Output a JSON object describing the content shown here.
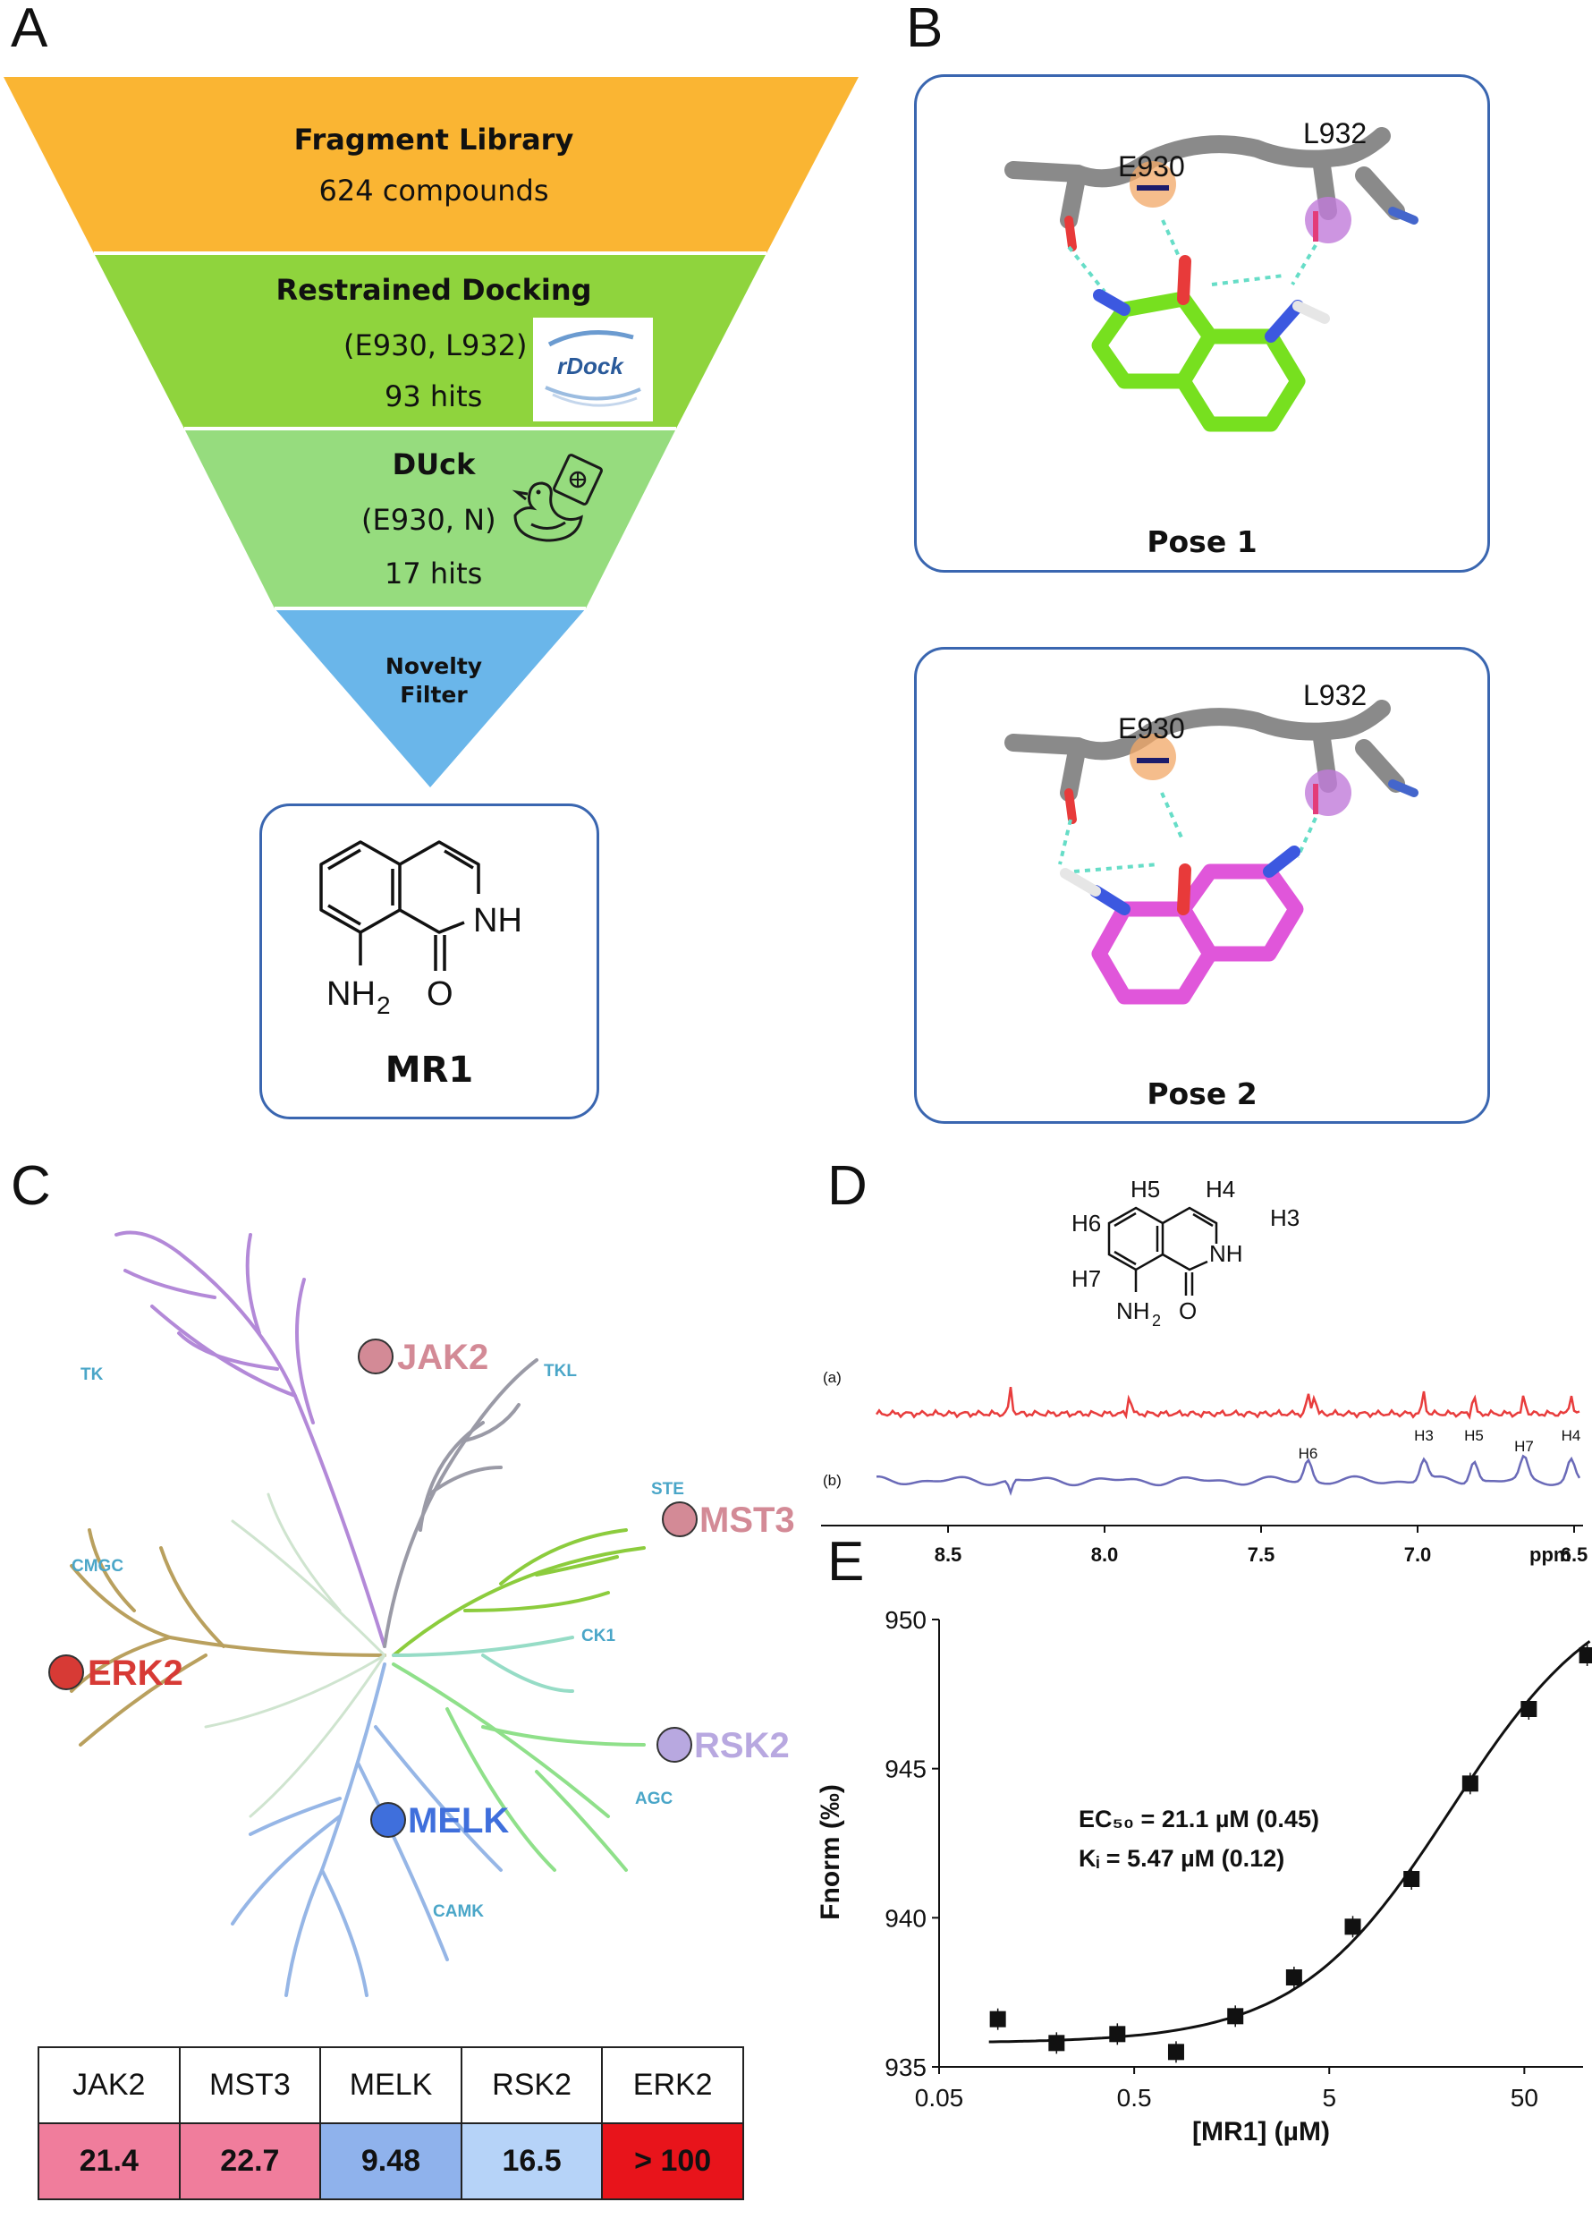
{
  "panels": {
    "a": "A",
    "b": "B",
    "c": "C",
    "d": "D",
    "e": "E"
  },
  "funnel": {
    "tier1_title": "Fragment Library",
    "tier1_sub": "624 compounds",
    "tier2_title": "Restrained Docking",
    "tier2_sub": "(E930, L932)",
    "tier2_hits": "93 hits",
    "tier2_logo_text": "rDock",
    "tier3_title": "DUck",
    "tier3_sub": "(E930, N)",
    "tier3_hits": "17 hits",
    "tier4_title_line1": "Novelty",
    "tier4_title_line2": "Filter",
    "colors": {
      "tier1": "#fab533",
      "tier2": "#8fd43d",
      "tier3": "#96dc7e",
      "tier4": "#6ab6ea"
    }
  },
  "compound": {
    "nh": "NH",
    "nh2": "NH",
    "nh2_sub": "2",
    "o": "O",
    "name": "MR1"
  },
  "poses": [
    {
      "caption": "Pose 1",
      "res1": "E930",
      "res2": "L932",
      "ligand_color": "#77e01f"
    },
    {
      "caption": "Pose 2",
      "res1": "E930",
      "res2": "L932",
      "ligand_color": "#e056da"
    }
  ],
  "kinome": {
    "group_labels": [
      "TK",
      "TKL",
      "STE",
      "CMGC",
      "CK1",
      "AGC",
      "CAMK"
    ],
    "kinases": [
      {
        "name": "JAK2",
        "color": "#d38a96"
      },
      {
        "name": "MST3",
        "color": "#d38a96"
      },
      {
        "name": "ERK2",
        "color": "#d73a35"
      },
      {
        "name": "RSK2",
        "color": "#b8a8e0"
      },
      {
        "name": "MELK",
        "color": "#3f6fdc"
      }
    ]
  },
  "table": {
    "headers": [
      "JAK2",
      "MST3",
      "MELK",
      "RSK2",
      "ERK2"
    ],
    "values": [
      "21.4",
      "22.7",
      "9.48",
      "16.5",
      "> 100"
    ],
    "colors": [
      "#f07d9c",
      "#f07d9c",
      "#8fb2ec",
      "#b6d3f8",
      "#e8141b"
    ]
  },
  "nmr": {
    "atoms": [
      "H5",
      "H4",
      "H6",
      "H3",
      "H7",
      "NH",
      "NH",
      "2",
      "O"
    ],
    "trace_a_label": "(a)",
    "trace_b_label": "(b)",
    "peak_labels": [
      "H6",
      "H3",
      "H5",
      "H7",
      "H4"
    ],
    "peak_ppm": [
      7.35,
      6.98,
      6.82,
      6.66,
      6.51
    ],
    "axis_ticks": [
      "8.5",
      "8.0",
      "7.5",
      "7.0",
      "6.5"
    ],
    "axis_unit": "ppm",
    "colors": {
      "a": "#e83c3c",
      "b": "#6a6ab8"
    }
  },
  "chart_data": {
    "type": "scatter",
    "xlabel": "[MR1] (µM)",
    "ylabel": "Fnorm (‰)",
    "x_scale": "log",
    "xlim": [
      0.05,
      100
    ],
    "ylim": [
      935,
      950
    ],
    "x_ticks": [
      "0.05",
      "0.5",
      "5",
      "50"
    ],
    "y_ticks": [
      "935",
      "940",
      "945",
      "950"
    ],
    "annotation_line1": "EC₅₀ = 21.1 µM (0.45)",
    "annotation_line2": "Kᵢ = 5.47 µM (0.12)",
    "points": [
      {
        "x": 0.1,
        "y": 936.6
      },
      {
        "x": 0.2,
        "y": 935.8
      },
      {
        "x": 0.41,
        "y": 936.1
      },
      {
        "x": 0.82,
        "y": 935.5
      },
      {
        "x": 1.65,
        "y": 936.7
      },
      {
        "x": 3.3,
        "y": 938.0
      },
      {
        "x": 6.6,
        "y": 939.7
      },
      {
        "x": 13.2,
        "y": 941.3
      },
      {
        "x": 26.4,
        "y": 944.5
      },
      {
        "x": 52.7,
        "y": 947.0
      },
      {
        "x": 105,
        "y": 948.8
      }
    ],
    "fit": {
      "bottom": 935.8,
      "top": 951.5,
      "ec50": 21.1
    }
  }
}
